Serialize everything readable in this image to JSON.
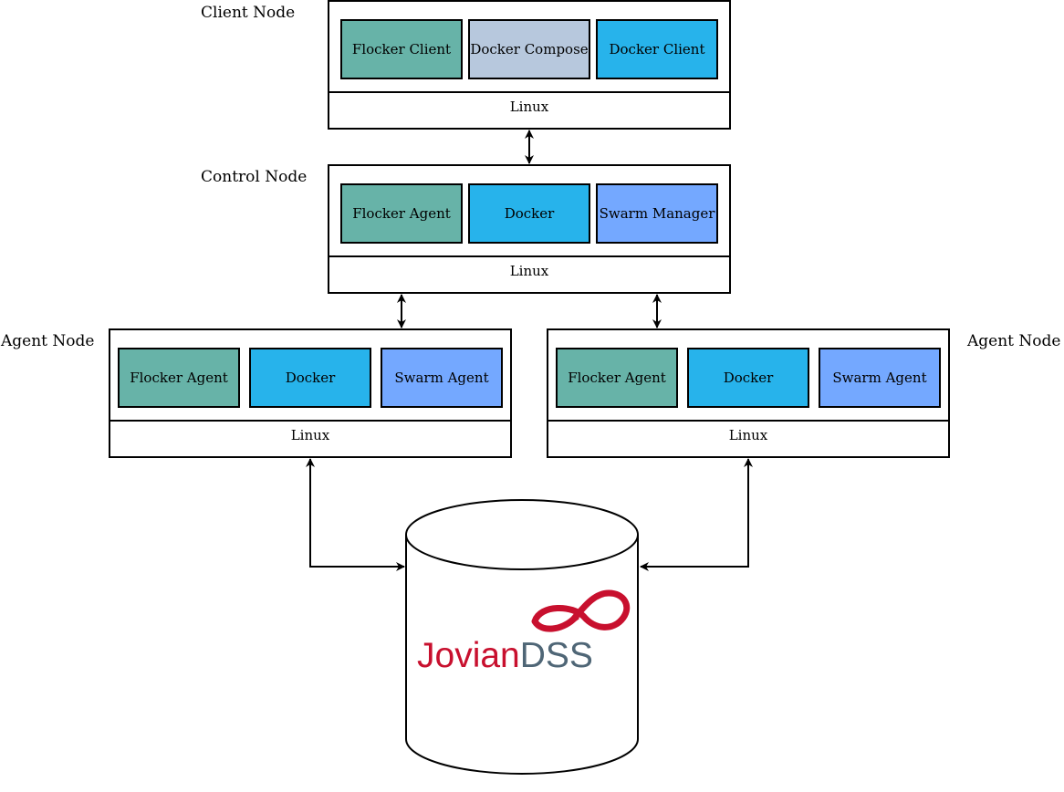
{
  "colors": {
    "flocker": "#67b3a8",
    "compose": "#b7c8dd",
    "docker": "#27b3eb",
    "swarm": "#74a8ff",
    "brand_red": "#c8102e",
    "brand_gray": "#4f6676"
  },
  "client_node": {
    "label": "Client Node",
    "os": "Linux",
    "components": [
      "Flocker Client",
      "Docker Compose",
      "Docker Client"
    ]
  },
  "control_node": {
    "label": "Control Node",
    "os": "Linux",
    "components": [
      "Flocker Agent",
      "Docker",
      "Swarm Manager"
    ]
  },
  "agent_node_left": {
    "label": "Agent Node",
    "os": "Linux",
    "components": [
      "Flocker Agent",
      "Docker",
      "Swarm Agent"
    ]
  },
  "agent_node_right": {
    "label": "Agent Node",
    "os": "Linux",
    "components": [
      "Flocker Agent",
      "Docker",
      "Swarm Agent"
    ]
  },
  "storage": {
    "brand_part1": "Jovian",
    "brand_part2": "DSS",
    "logo_icon": "infinity-logo-icon"
  }
}
